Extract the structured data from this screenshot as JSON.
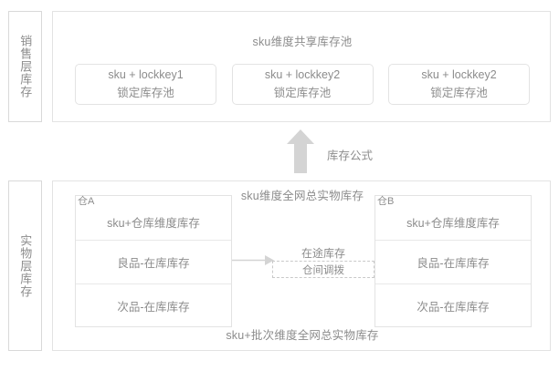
{
  "layers": {
    "sales": {
      "rail_label": "销售层库存",
      "panel_title": "sku维度共享库存池",
      "pools": [
        {
          "line1": "sku + lockkey1",
          "line2": "锁定库存池"
        },
        {
          "line1": "sku + lockkey2",
          "line2": "锁定库存池"
        },
        {
          "line1": "sku + lockkey2",
          "line2": "锁定库存池"
        }
      ]
    },
    "physical": {
      "rail_label": "实物层库存",
      "panel_title": "sku维度全网总实物库存",
      "panel_subtitle": "sku+批次维度全网总实物库存",
      "warehouses": [
        {
          "tag": "仓A",
          "cells": [
            "sku+仓库维度库存",
            "良品-在库库存",
            "次品-在库库存"
          ]
        },
        {
          "tag": "仓B",
          "cells": [
            "sku+仓库维度库存",
            "良品-在库库存",
            "次品-在库库存"
          ]
        }
      ],
      "transit": {
        "label": "在途库存",
        "box_text": "仓间调拨"
      }
    }
  },
  "connector": {
    "formula_label": "库存公式"
  },
  "colors": {
    "text": "#8c8c8c",
    "border": "#e3e3e3",
    "border_rail": "#d9d9d9",
    "border_dashed": "#c9c9c9",
    "arrow_fill": "#d4d4d4",
    "background": "#ffffff"
  },
  "icons": {
    "up_arrow": "up-arrow-icon",
    "right_arrow": "right-arrow-icon"
  }
}
